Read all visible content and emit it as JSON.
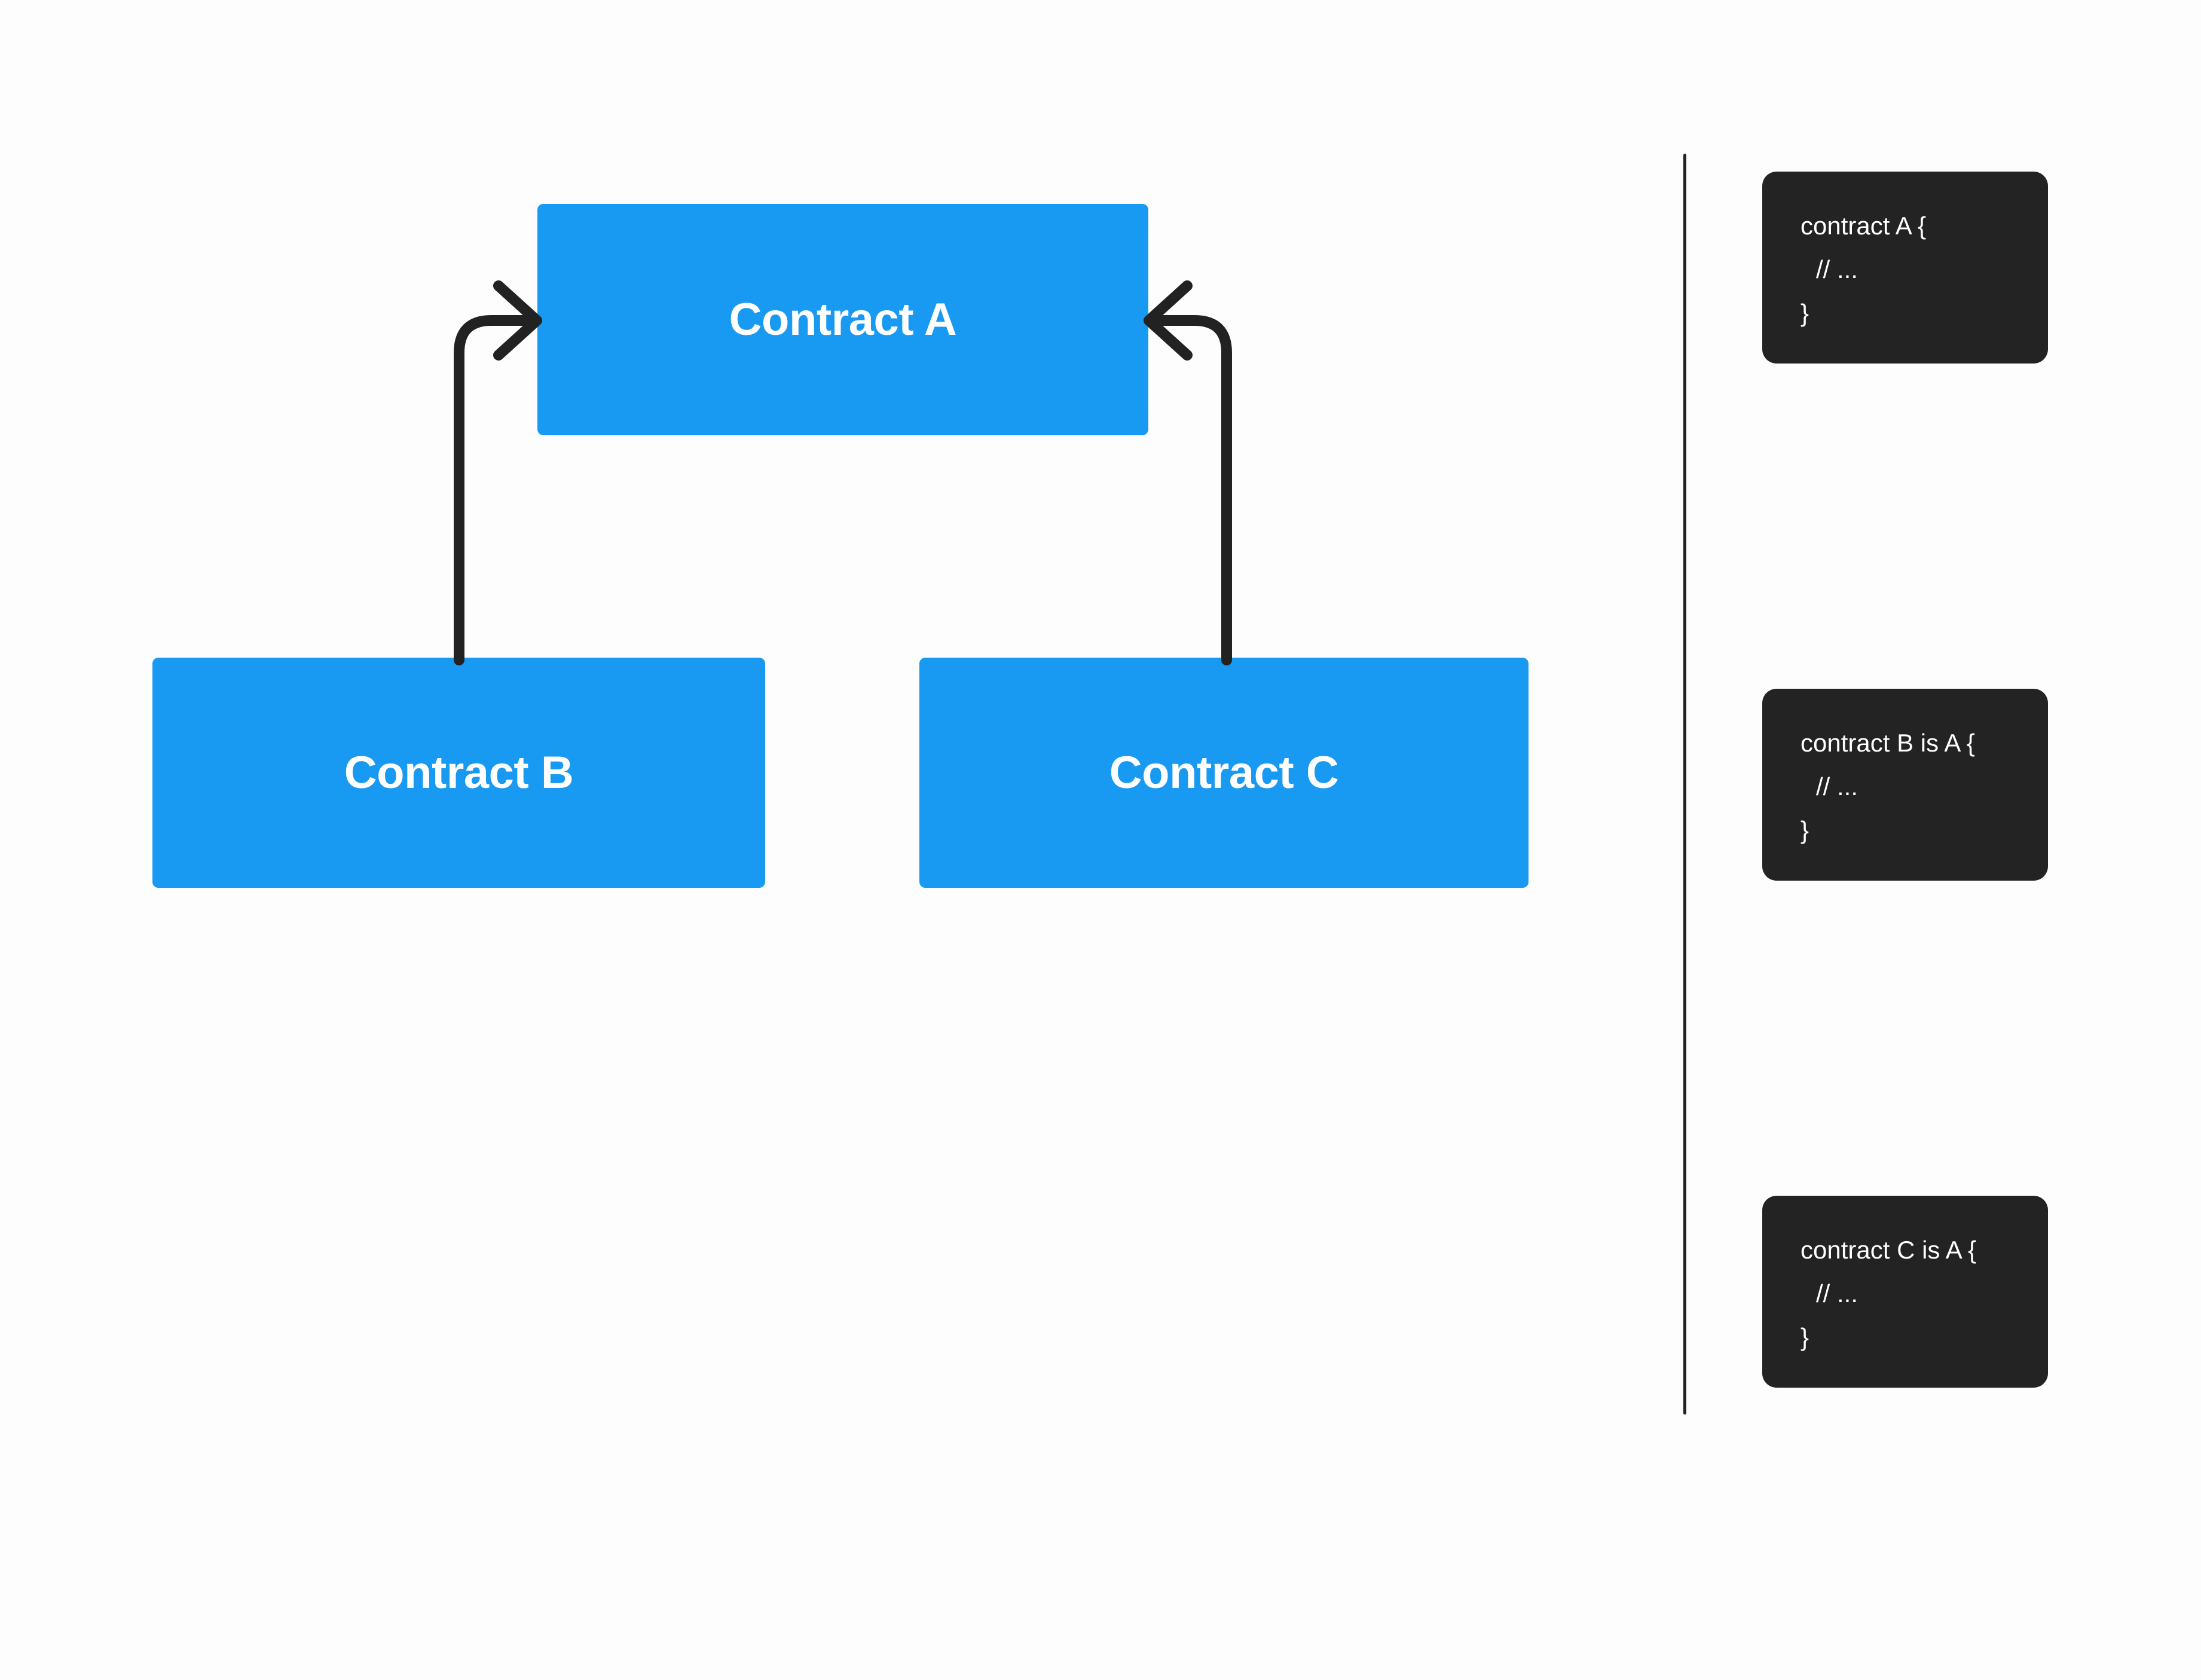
{
  "colors": {
    "background": "#FDFDFD",
    "node-fill": "#1899F2",
    "node-text": "#FFFFFF",
    "panel-bg": "#232323",
    "panel-text": "#FFFFFF",
    "stroke": "#222222"
  },
  "diagram": {
    "nodes": [
      {
        "id": "A",
        "label": "Contract A"
      },
      {
        "id": "B",
        "label": "Contract B"
      },
      {
        "id": "C",
        "label": "Contract C"
      }
    ],
    "edges": [
      {
        "from": "Contract B",
        "to": "Contract A"
      },
      {
        "from": "Contract C",
        "to": "Contract A"
      }
    ]
  },
  "code_panels": [
    {
      "id": "contract-a",
      "lines": [
        "contract A {",
        "// ...",
        "}"
      ]
    },
    {
      "id": "contract-b",
      "lines": [
        "contract B is A {",
        "// ...",
        "}"
      ]
    },
    {
      "id": "contract-c",
      "lines": [
        "contract C is A {",
        "// ...",
        "}"
      ]
    }
  ]
}
